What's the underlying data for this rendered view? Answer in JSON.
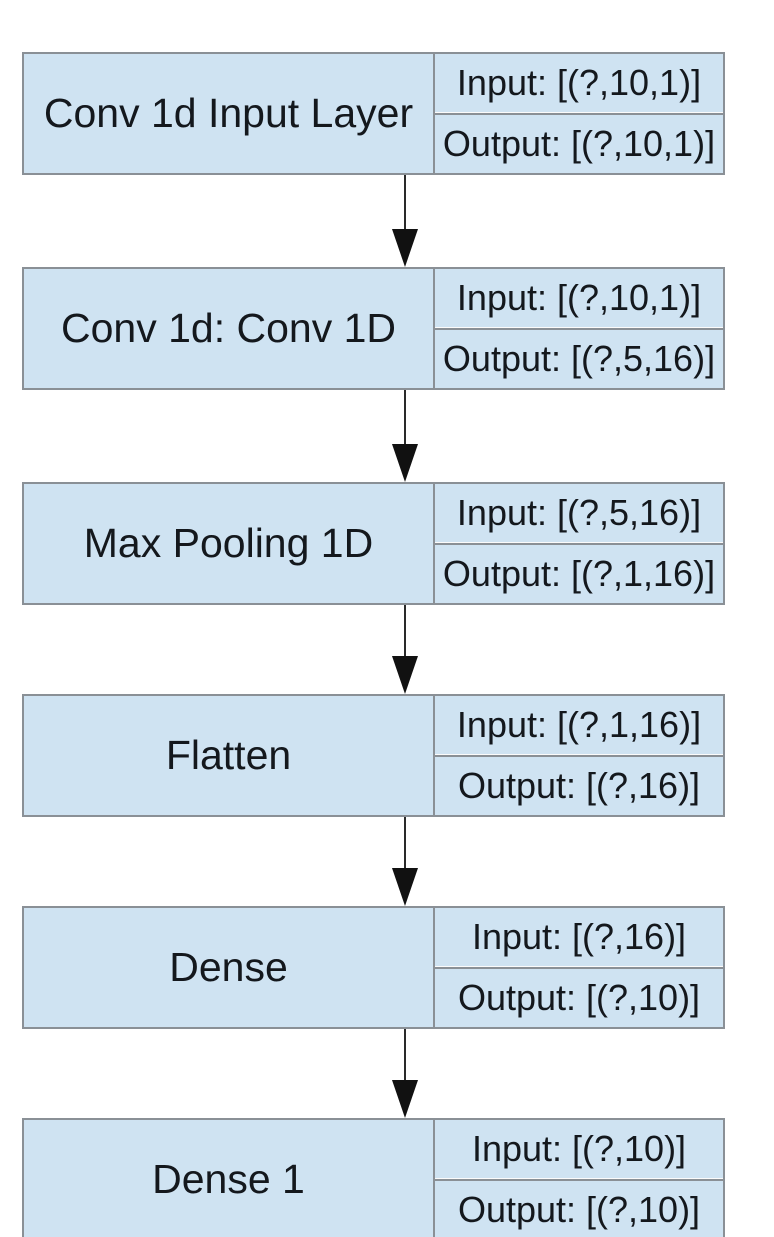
{
  "diagram": {
    "type": "neural-network-flow",
    "layers": [
      {
        "name": "Conv 1d Input Layer",
        "input": "Input: [(?,10,1)]",
        "output": "Output: [(?,10,1)]"
      },
      {
        "name": "Conv 1d: Conv 1D",
        "input": "Input: [(?,10,1)]",
        "output": "Output: [(?,5,16)]"
      },
      {
        "name": "Max Pooling 1D",
        "input": "Input: [(?,5,16)]",
        "output": "Output: [(?,1,16)]"
      },
      {
        "name": "Flatten",
        "input": "Input: [(?,1,16)]",
        "output": "Output: [(?,16)]"
      },
      {
        "name": "Dense",
        "input": "Input: [(?,16)]",
        "output": "Output: [(?,10)]"
      },
      {
        "name": "Dense 1",
        "input": "Input: [(?,10)]",
        "output": "Output: [(?,10)]"
      }
    ],
    "connections": [
      {
        "from": 0,
        "to": 1
      },
      {
        "from": 1,
        "to": 2
      },
      {
        "from": 2,
        "to": 3
      },
      {
        "from": 3,
        "to": 4
      },
      {
        "from": 4,
        "to": 5
      }
    ],
    "colors": {
      "box_fill": "#cfe3f2",
      "box_border": "#8a9096",
      "arrow": "#111111",
      "text": "#14181d",
      "background": "#ffffff"
    }
  }
}
